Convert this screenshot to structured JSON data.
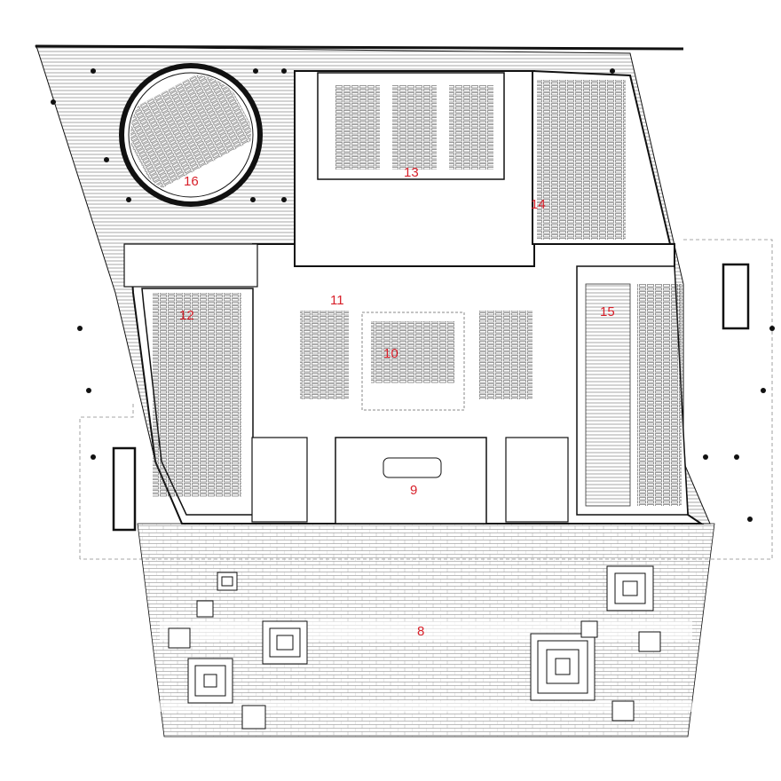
{
  "labels": {
    "l8": "8",
    "l9": "9",
    "l10": "10",
    "l11": "11",
    "l12": "12",
    "l13": "13",
    "l14": "14",
    "l15": "15",
    "l16": "16"
  },
  "colors": {
    "label": "#d8202a",
    "wall": "#111111",
    "hatch": "#6b6b6b",
    "furniture": "#3a3a3a",
    "dashed": "#8a8a8a"
  }
}
